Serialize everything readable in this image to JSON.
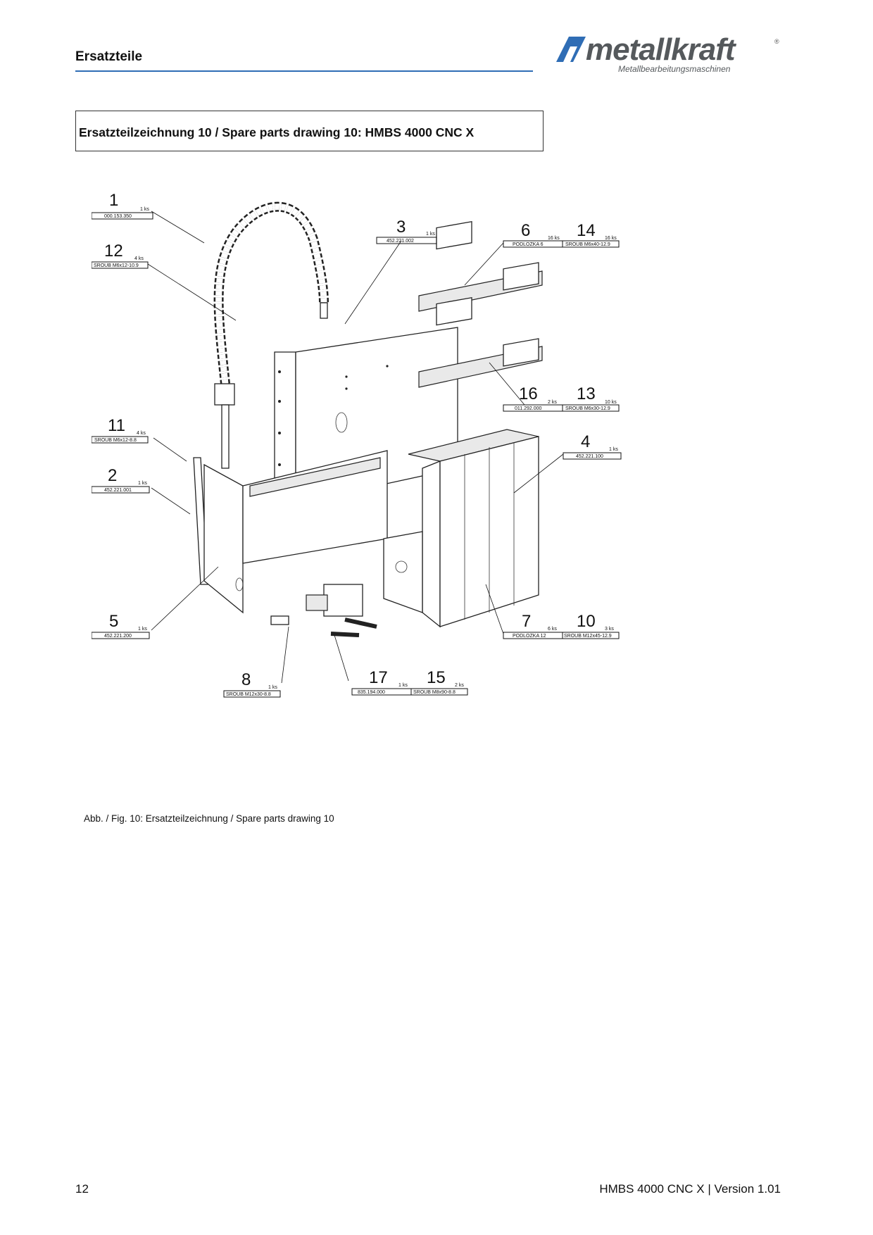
{
  "header": {
    "section_title": "Ersatzteile",
    "logo_text": "metallkraft",
    "logo_registered": "®",
    "logo_subtitle": "Metallbearbeitungsmaschinen"
  },
  "title_box": {
    "text": "Ersatzteilzeichnung 10 / Spare parts drawing 10: HMBS 4000 CNC X"
  },
  "parts": [
    {
      "id": "1",
      "qty": "1 ks",
      "code": "000.153.350"
    },
    {
      "id": "12",
      "qty": "4 ks",
      "code": "SROUB M6x12-10.9"
    },
    {
      "id": "3",
      "qty": "1 ks",
      "code": "452.221.002"
    },
    {
      "id": "6",
      "qty": "16 ks",
      "code": "PODLOZKA 6"
    },
    {
      "id": "14",
      "qty": "16 ks",
      "code": "SROUB M6x40-12.9"
    },
    {
      "id": "16",
      "qty": "2 ks",
      "code": "011.292.000"
    },
    {
      "id": "13",
      "qty": "10 ks",
      "code": "SROUB M6x30-12.9"
    },
    {
      "id": "11",
      "qty": "4 ks",
      "code": "SROUB M6x12-8.8"
    },
    {
      "id": "2",
      "qty": "1 ks",
      "code": "452.221.001"
    },
    {
      "id": "4",
      "qty": "1 ks",
      "code": "452.221.100"
    },
    {
      "id": "5",
      "qty": "1 ks",
      "code": "452.221.200"
    },
    {
      "id": "7",
      "qty": "6 ks",
      "code": "PODLOZKA 12"
    },
    {
      "id": "10",
      "qty": "3 ks",
      "code": "SROUB M12x45-12.9"
    },
    {
      "id": "8",
      "qty": "1 ks",
      "code": "SROUB M12x30-8.8"
    },
    {
      "id": "17",
      "qty": "1 ks",
      "code": "835.194.000"
    },
    {
      "id": "15",
      "qty": "2 ks",
      "code": "SROUB M8x90-8.8"
    }
  ],
  "caption": "Abb. / Fig. 10: Ersatzteilzeichnung / Spare parts drawing 10",
  "footer": {
    "page_number": "12",
    "document": "HMBS 4000 CNC X | Version 1.01"
  }
}
